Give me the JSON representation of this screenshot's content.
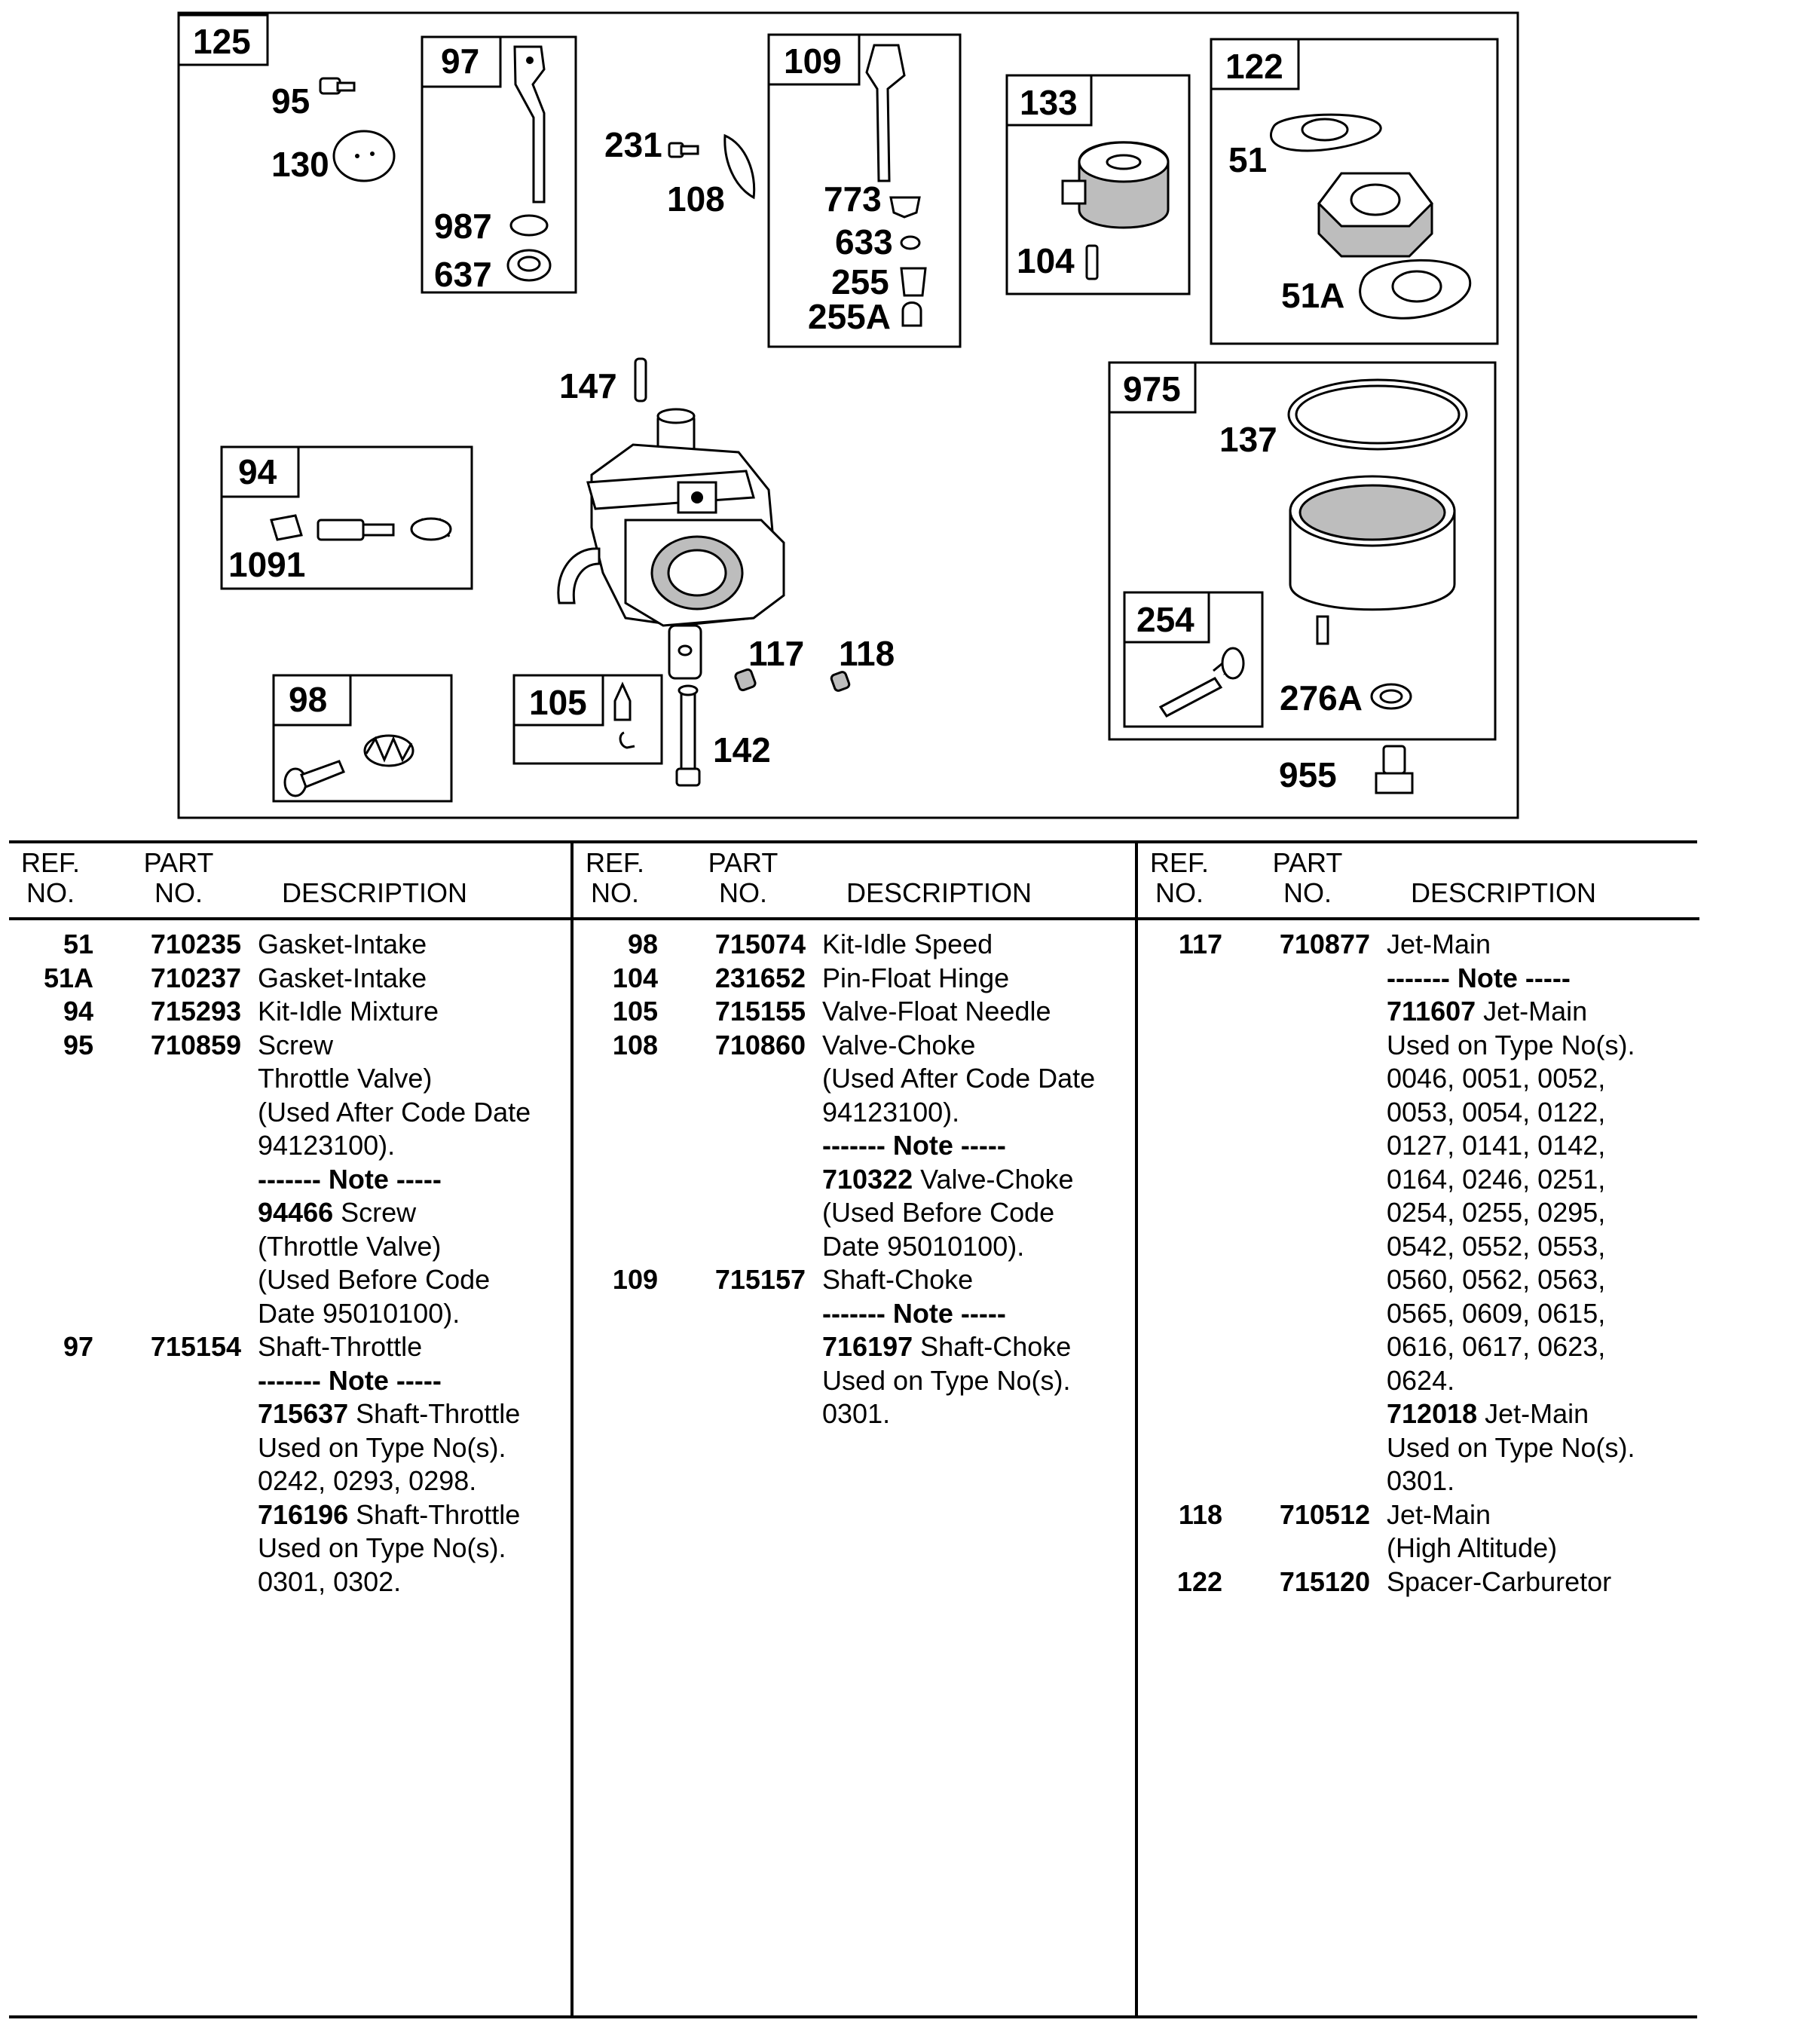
{
  "callouts": {
    "c125": "125",
    "c95": "95",
    "c130": "130",
    "c97": "97",
    "c987": "987",
    "c637": "637",
    "c231": "231",
    "c108": "108",
    "c109": "109",
    "c773": "773",
    "c633": "633",
    "c255": "255",
    "c255a": "255A",
    "c133": "133",
    "c104": "104",
    "c122": "122",
    "c51": "51",
    "c51a": "51A",
    "c147": "147",
    "c94": "94",
    "c1091": "1091",
    "c975": "975",
    "c137": "137",
    "c117": "117",
    "c118": "118",
    "c254": "254",
    "c276a": "276A",
    "c98": "98",
    "c105": "105",
    "c142": "142",
    "c955": "955"
  },
  "headers": {
    "ref_line1": "REF.",
    "ref_line2": "NO.",
    "part_line1": "PART",
    "part_line2": "NO.",
    "desc": "DESCRIPTION"
  },
  "columns": [
    [
      {
        "ref": "51",
        "part": "710235",
        "desc": "Gasket-Intake"
      },
      {
        "ref": "51A",
        "part": "710237",
        "desc": "Gasket-Intake"
      },
      {
        "ref": "94",
        "part": "715293",
        "desc": "Kit-Idle Mixture"
      },
      {
        "ref": "95",
        "part": "710859",
        "desc": "Screw"
      },
      {
        "desc": "Throttle Valve)"
      },
      {
        "desc": "(Used After Code Date"
      },
      {
        "desc": "94123100)."
      },
      {
        "note": "------- Note -----"
      },
      {
        "bold": "94466",
        "desc": " Screw"
      },
      {
        "desc": "(Throttle Valve)"
      },
      {
        "desc": "(Used Before Code"
      },
      {
        "desc": "Date 95010100)."
      },
      {
        "ref": "97",
        "part": "715154",
        "desc": "Shaft-Throttle"
      },
      {
        "note": "------- Note -----"
      },
      {
        "bold": "715637",
        "desc": " Shaft-Throttle"
      },
      {
        "desc": "Used on Type No(s)."
      },
      {
        "desc": "0242, 0293, 0298."
      },
      {
        "bold": "716196",
        "desc": " Shaft-Throttle"
      },
      {
        "desc": "Used on Type No(s)."
      },
      {
        "desc": "0301, 0302."
      }
    ],
    [
      {
        "ref": "98",
        "part": "715074",
        "desc": "Kit-Idle Speed"
      },
      {
        "ref": "104",
        "part": "231652",
        "desc": "Pin-Float Hinge"
      },
      {
        "ref": "105",
        "part": "715155",
        "desc": "Valve-Float Needle"
      },
      {
        "ref": "108",
        "part": "710860",
        "desc": "Valve-Choke"
      },
      {
        "desc": "(Used After Code Date"
      },
      {
        "desc": "94123100)."
      },
      {
        "note": "------- Note -----"
      },
      {
        "bold": "710322",
        "desc": " Valve-Choke"
      },
      {
        "desc": "(Used Before Code"
      },
      {
        "desc": "Date 95010100)."
      },
      {
        "ref": "109",
        "part": "715157",
        "desc": "Shaft-Choke"
      },
      {
        "note": "------- Note -----"
      },
      {
        "bold": "716197",
        "desc": " Shaft-Choke"
      },
      {
        "desc": "Used on Type No(s)."
      },
      {
        "desc": "0301."
      }
    ],
    [
      {
        "ref": "117",
        "part": "710877",
        "desc": "Jet-Main"
      },
      {
        "note": "------- Note -----"
      },
      {
        "bold": "711607",
        "desc": " Jet-Main"
      },
      {
        "desc": "Used on Type No(s)."
      },
      {
        "desc": "0046, 0051, 0052,"
      },
      {
        "desc": "0053, 0054, 0122,"
      },
      {
        "desc": "0127, 0141, 0142,"
      },
      {
        "desc": "0164, 0246, 0251,"
      },
      {
        "desc": "0254, 0255, 0295,"
      },
      {
        "desc": "0542, 0552, 0553,"
      },
      {
        "desc": "0560, 0562, 0563,"
      },
      {
        "desc": "0565, 0609, 0615,"
      },
      {
        "desc": "0616, 0617, 0623,"
      },
      {
        "desc": "0624."
      },
      {
        "bold": "712018",
        "desc": " Jet-Main"
      },
      {
        "desc": "Used on Type No(s)."
      },
      {
        "desc": "0301."
      },
      {
        "ref": "118",
        "part": "710512",
        "desc": "Jet-Main"
      },
      {
        "desc": "(High Altitude)"
      },
      {
        "ref": "122",
        "part": "715120",
        "desc": "Spacer-Carburetor"
      }
    ]
  ]
}
